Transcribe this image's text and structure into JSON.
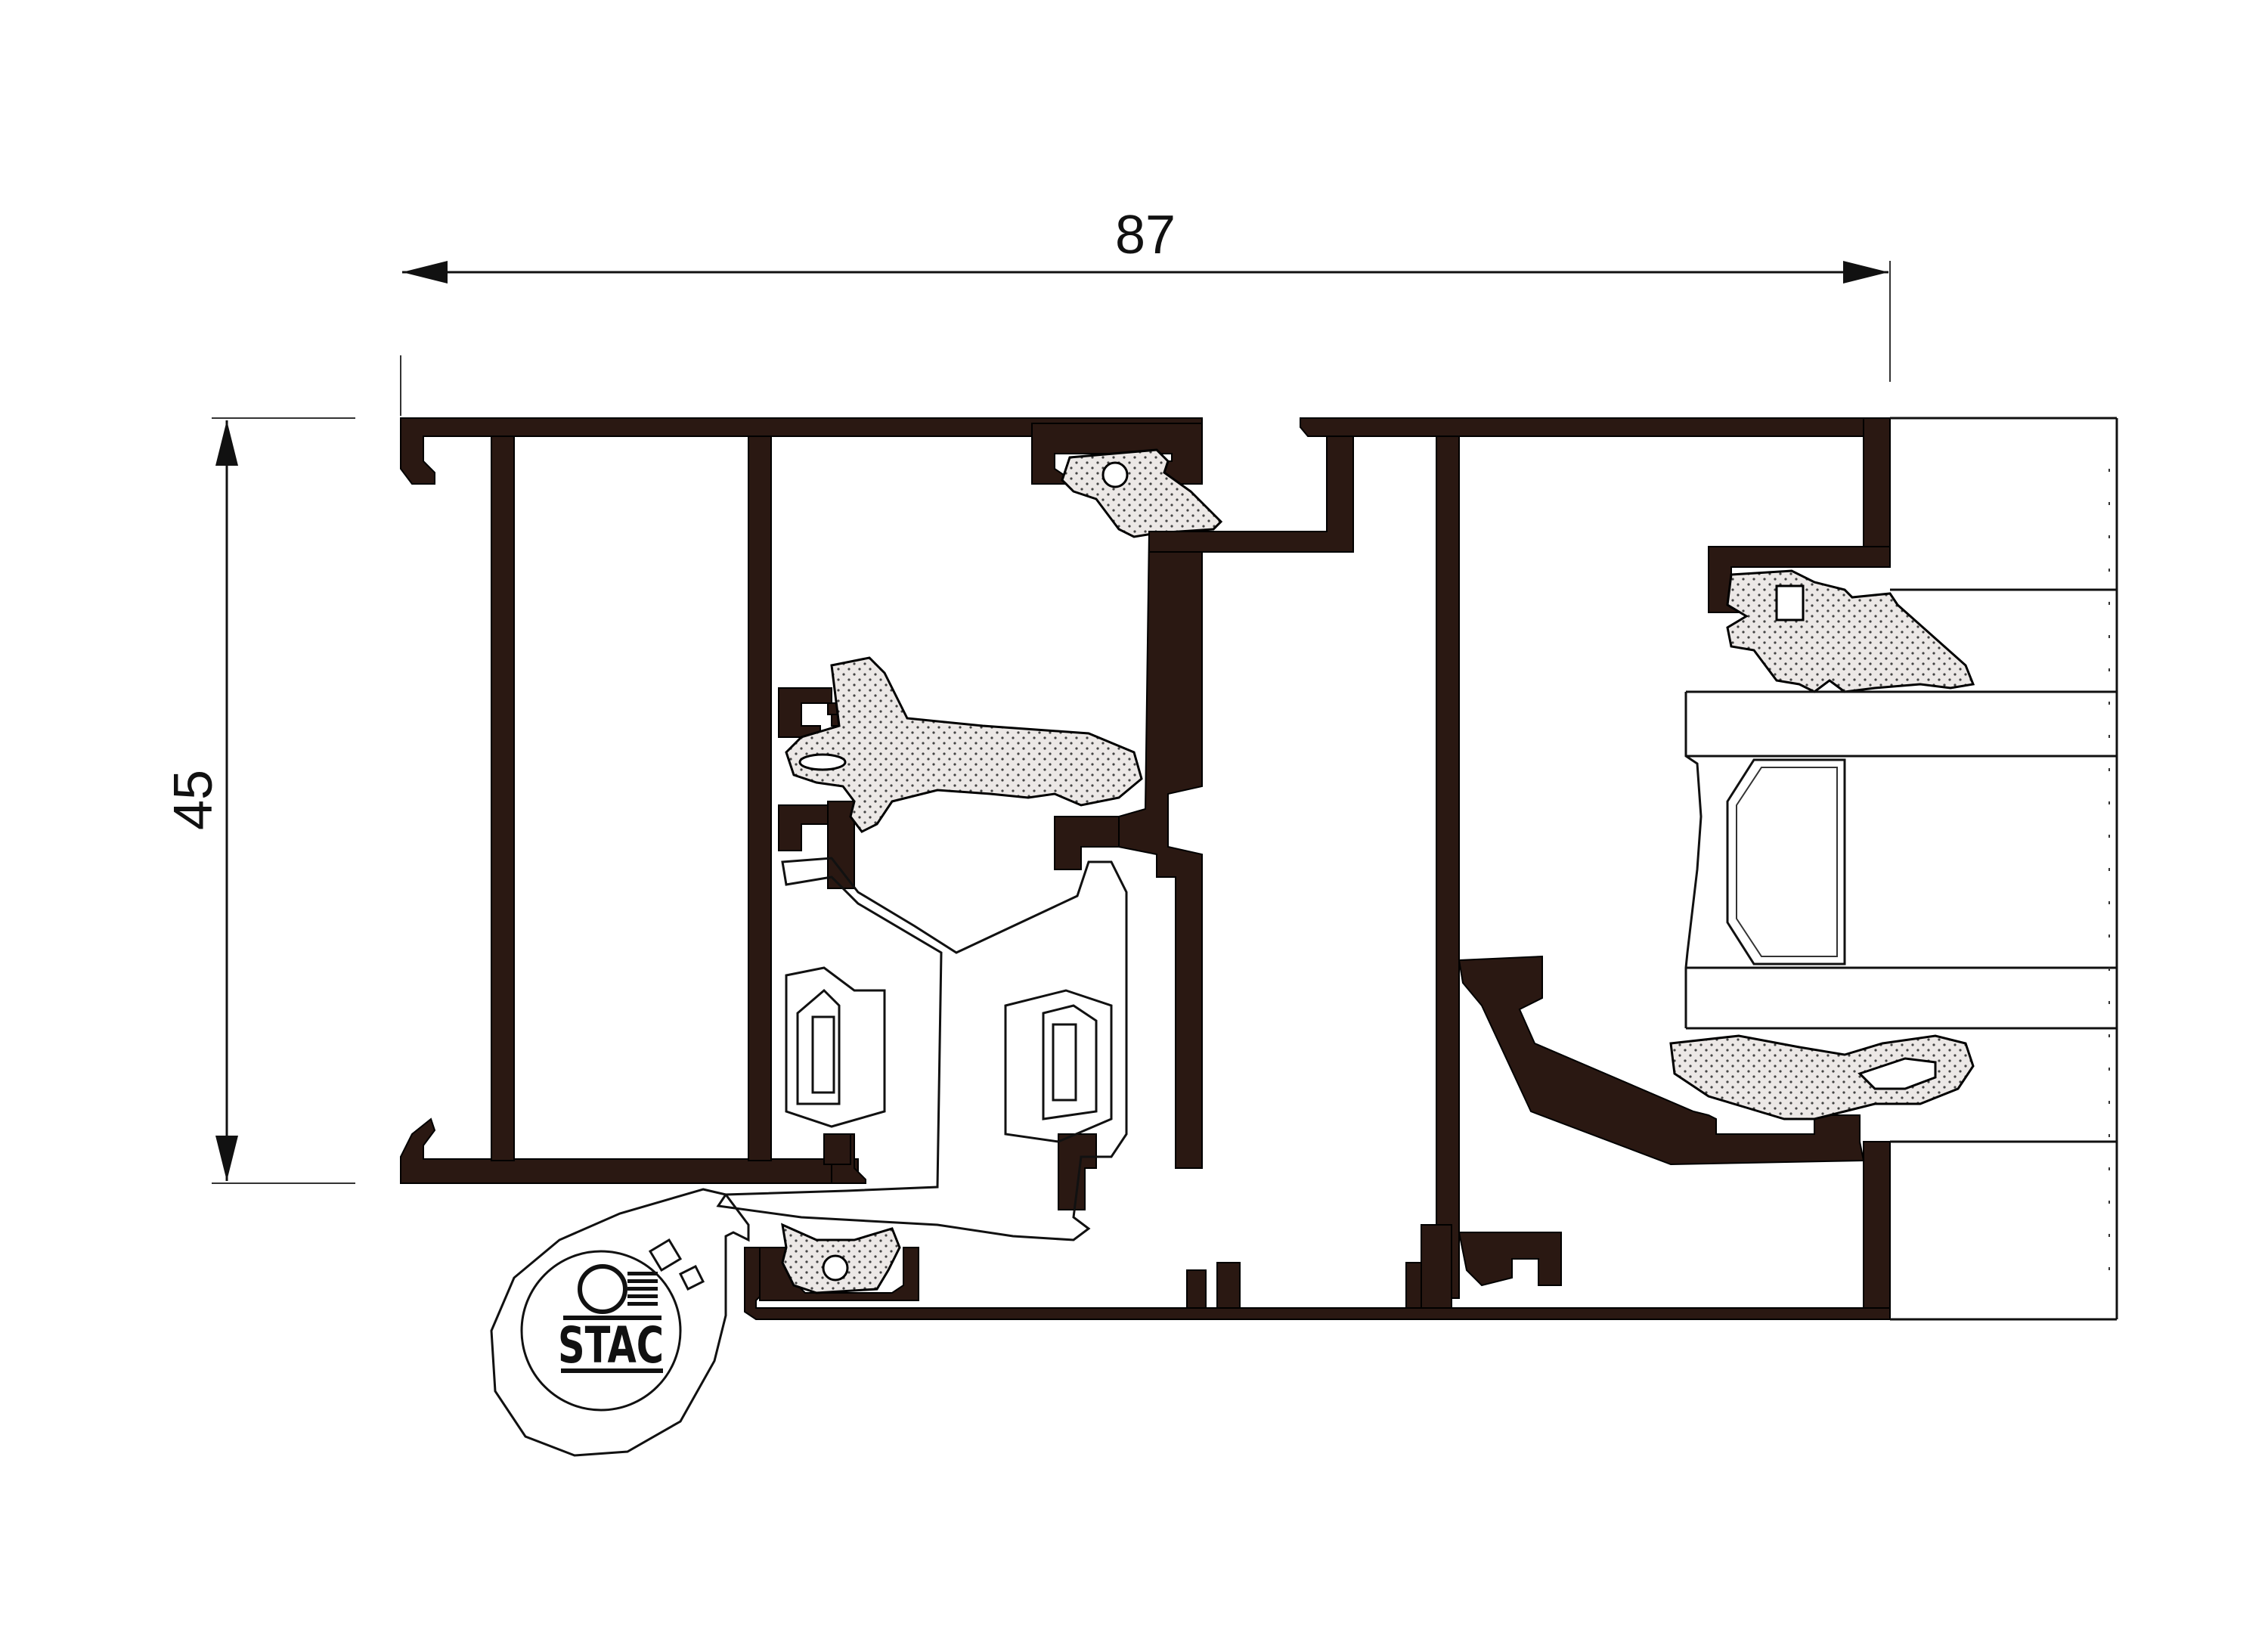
{
  "dimensions": {
    "width_label": "87",
    "height_label": "45"
  },
  "logo": {
    "text": "STAC"
  },
  "colors": {
    "aluminium": "#2a1812",
    "line": "#111111",
    "background": "#ffffff"
  }
}
